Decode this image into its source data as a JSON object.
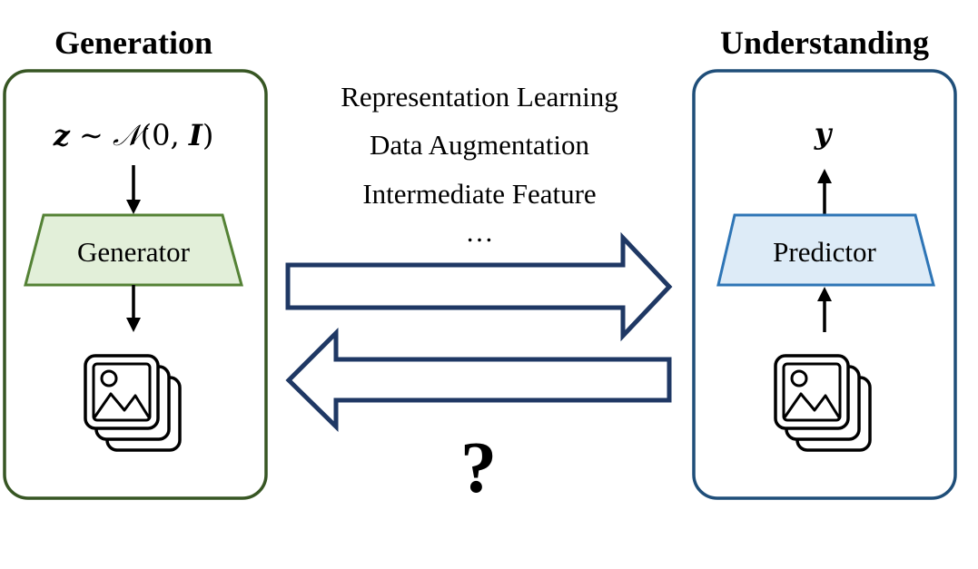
{
  "generation": {
    "title": "Generation",
    "noise_formula": {
      "var": "z",
      "sim": " ∼ ",
      "dist": "𝒩",
      "args_open": "(0, ",
      "identity": "I",
      "args_close": ")"
    },
    "module_label": "Generator",
    "output_icon": "image-stack-icon",
    "colors": {
      "border": "#375623",
      "module_fill": "#E2EFD9",
      "module_stroke": "#548235"
    }
  },
  "understanding": {
    "title": "Understanding",
    "output_symbol": "y",
    "module_label": "Predictor",
    "input_icon": "image-stack-icon",
    "colors": {
      "border": "#1F4E79",
      "module_fill": "#DDEBF7",
      "module_stroke": "#2E75B6"
    }
  },
  "bridge": {
    "forward_items": [
      "Representation Learning",
      "Data Augmentation",
      "Intermediate Feature",
      "…"
    ],
    "forward_arrow_icon": "right-hollow-arrow-icon",
    "backward_arrow_icon": "left-hollow-arrow-icon",
    "backward_label": "?",
    "arrow_color": "#1F3864"
  }
}
